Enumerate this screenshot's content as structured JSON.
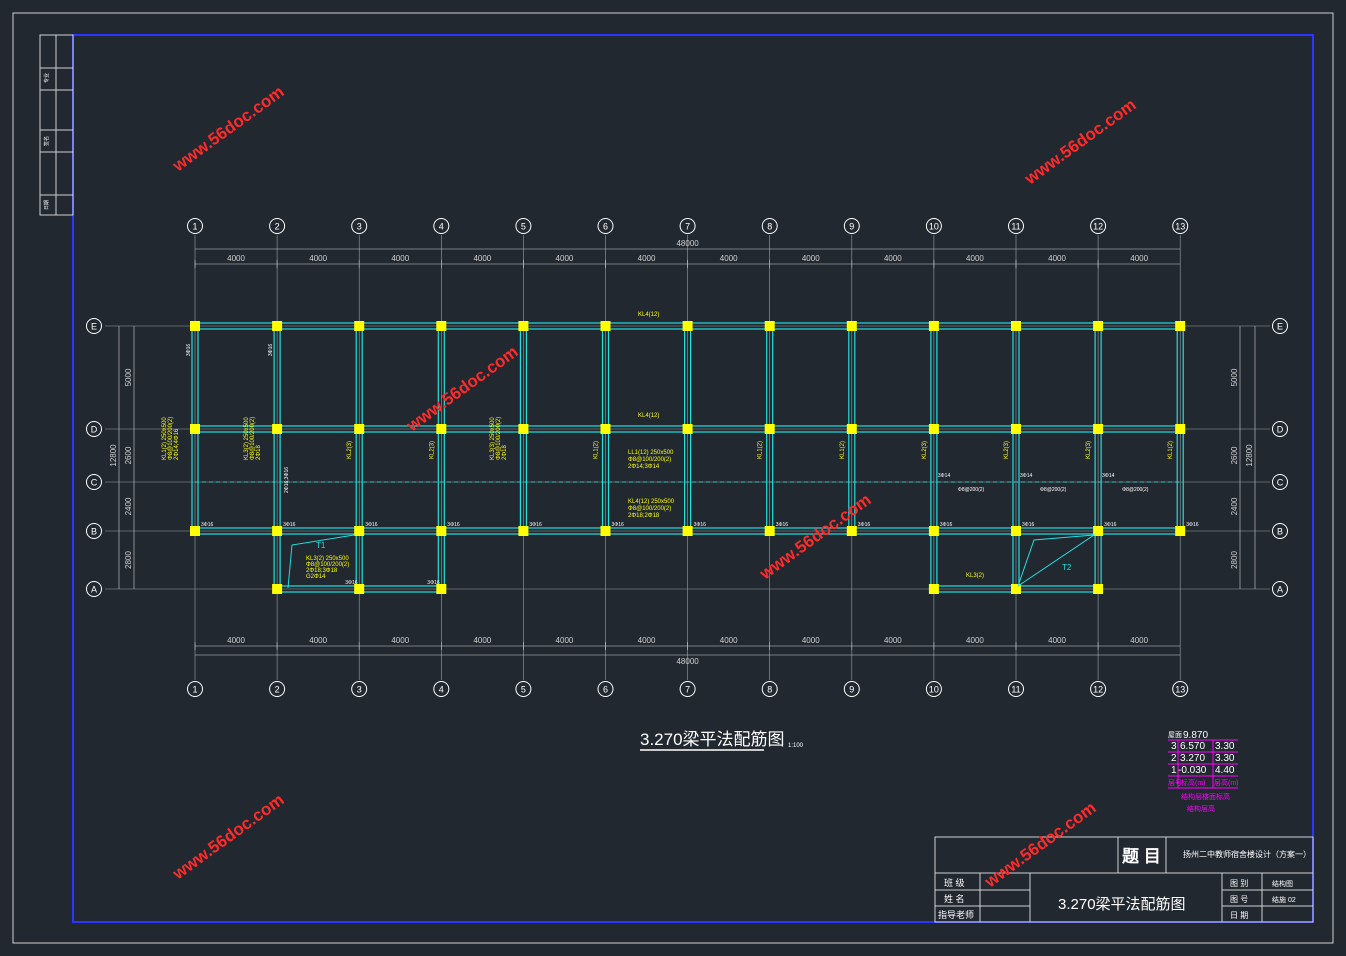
{
  "colors": {
    "background": "#212830",
    "frame_outer": "#d0d0d0",
    "frame_inner": "#2a35ff",
    "grid_line": "#9aa0a6",
    "beam": "#22e0e0",
    "column": "#ffff00",
    "annotation": "#ffff00",
    "dimension": "#d0d0d0",
    "watermark": "#ff2a2a",
    "level_table": "#ff00ff",
    "text": "#ffffff"
  },
  "axes_numbered": [
    "1",
    "2",
    "3",
    "4",
    "5",
    "6",
    "7",
    "8",
    "9",
    "10",
    "11",
    "12",
    "13"
  ],
  "axes_lettered": [
    "E",
    "D",
    "C",
    "B",
    "A"
  ],
  "dimensions": {
    "bay": "4000",
    "total_length": "48000",
    "total_width": "12800",
    "span_ED": "5000",
    "span_DC": "2600",
    "span_CB": "2400",
    "span_BA": "2800"
  },
  "beam_labels": {
    "kl4_top": "KL4(12)",
    "kl4_mid": "KL4(12)",
    "kl1_c": "KL1(2)",
    "kl2_c": "KL2(3)",
    "kl3_a": "KL3(2)",
    "ll1": [
      "LL1(12) 250x500",
      "Φ8@100/200(2)",
      "2Φ14;3Φ14"
    ],
    "kl4_b": [
      "KL4(12) 250x500",
      "Φ8@100/200(2)",
      "2Φ18;2Φ18"
    ],
    "kl3_span": [
      "KL3(2) 250x500",
      "Φ8@100/200(2)",
      "2Φ18;3Φ18",
      "G2Φ14"
    ],
    "kl1_left": [
      "KL1(2) 250x500",
      "Φ8@100/200(2)",
      "2Φ14;4Φ16"
    ],
    "kl3_left": [
      "KL3(2) 250x500",
      "Φ8@100/200(2)",
      "2Φ18"
    ],
    "kl3_right": [
      "KL3(3) 250x500",
      "Φ8@100/200(2)",
      "2Φ18"
    ],
    "rebar_small": "3Φ16",
    "rebar_3_14": "3Φ14",
    "stirrup": "Φ8@200(2)",
    "v_rebar": "2Φ16;3Φ16",
    "v_rebar_left": "2Φ16;2Φ16",
    "t1": "T1",
    "t2": "T2"
  },
  "drawing_title": "3.270梁平法配筋图",
  "scale": "1:100",
  "level_table": {
    "rows": [
      [
        "屋面",
        "9.870",
        ""
      ],
      [
        "3",
        "6.570",
        "3.30"
      ],
      [
        "2",
        "3.270",
        "3.30"
      ],
      [
        "1",
        "-0.030",
        "4.40"
      ]
    ],
    "header": [
      "层号",
      "标高(m)",
      "层高(m)"
    ],
    "caption_1": "结构层楼面标高",
    "caption_2": "结构层高"
  },
  "title_block": {
    "topic_label": "题 目",
    "topic_value": "扬州二中教师宿舍楼设计（方案一）",
    "class_label": "班 级",
    "name_label": "姓 名",
    "advisor_label": "指导老师",
    "drawing_name": "3.270梁平法配筋图",
    "category_label": "图 别",
    "category_value": "结构图",
    "number_label": "图 号",
    "number_value": "结施 02",
    "date_label": "日 期"
  },
  "side_strip": [
    "专业",
    "签名",
    "日期"
  ],
  "watermark": "www.56doc.com"
}
